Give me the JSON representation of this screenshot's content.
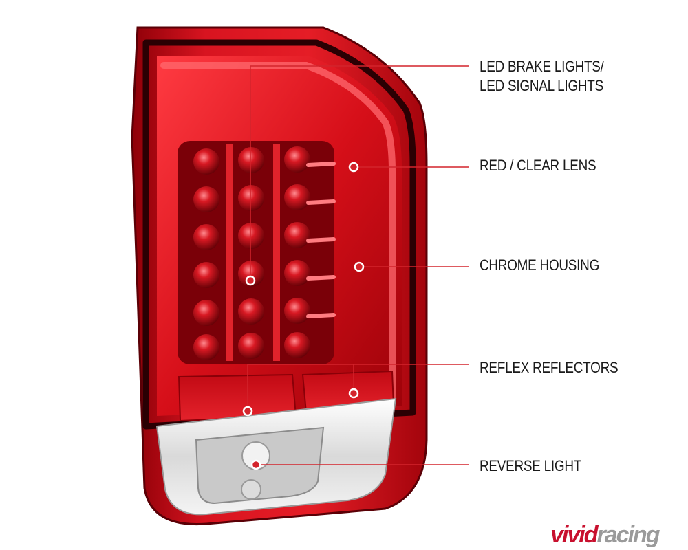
{
  "callouts": {
    "brake": {
      "line1": "LED BRAKE LIGHTS/",
      "line2": "LED SIGNAL LIGHTS"
    },
    "lens": "RED / CLEAR LENS",
    "chrome": "CHROME HOUSING",
    "reflex": "REFLEX REFLECTORS",
    "reverse": "REVERSE LIGHT"
  },
  "watermark": {
    "part1": "vivid",
    "part2": "racing"
  },
  "colors": {
    "callout_line": "#d3242c",
    "callout_text": "#1a1a1a",
    "lens_red": "#d0101a",
    "lens_dark": "#7a0008",
    "chrome": "#e8e8e8",
    "watermark_red": "#c8102e"
  }
}
